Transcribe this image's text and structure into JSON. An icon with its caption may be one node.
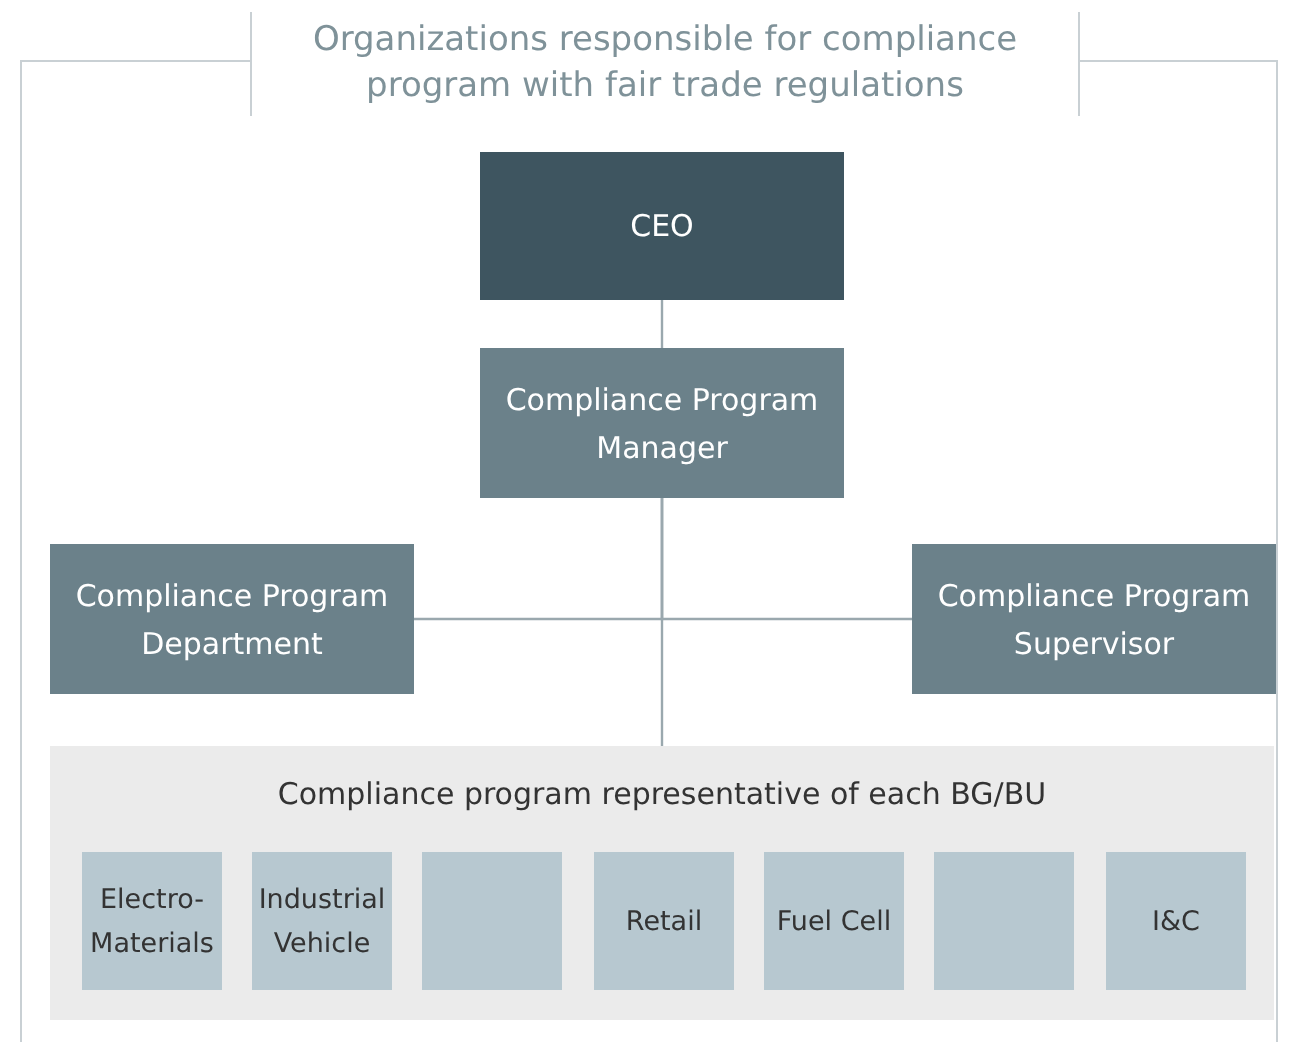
{
  "diagram": {
    "title": "Organizations responsible for compliance program with fair trade regulations",
    "nodes": [
      {
        "text": [
          "CEO"
        ]
      },
      {
        "text": [
          "Compliance Program Manager"
        ]
      },
      {
        "text": [
          "Compliance Program Department"
        ]
      },
      {
        "text": [
          "Compliance Program Supervisor"
        ]
      },
      {
        "text": [
          "Compliance program representative of each BG/BU"
        ]
      },
      {
        "text": [
          "Electro-Materials"
        ],
        "in": 4
      },
      {
        "text": [
          "Industrial Vehicle"
        ],
        "in": 4
      },
      {
        "text": [],
        "shape": "box",
        "in": 4
      },
      {
        "text": [
          "Retail"
        ],
        "in": 4
      },
      {
        "text": [
          "Fuel Cell"
        ],
        "in": 4
      },
      {
        "text": [],
        "shape": "box",
        "in": 4
      },
      {
        "text": [
          "I&C"
        ],
        "in": 4
      }
    ],
    "edges": [
      {
        "from": 0,
        "to": 1,
        "arrow": "none"
      },
      {
        "from": 1,
        "to": 2,
        "arrow": "none"
      },
      {
        "from": 1,
        "to": 3,
        "arrow": "none"
      },
      {
        "from": 1,
        "to": 4,
        "arrow": "none"
      }
    ]
  }
}
